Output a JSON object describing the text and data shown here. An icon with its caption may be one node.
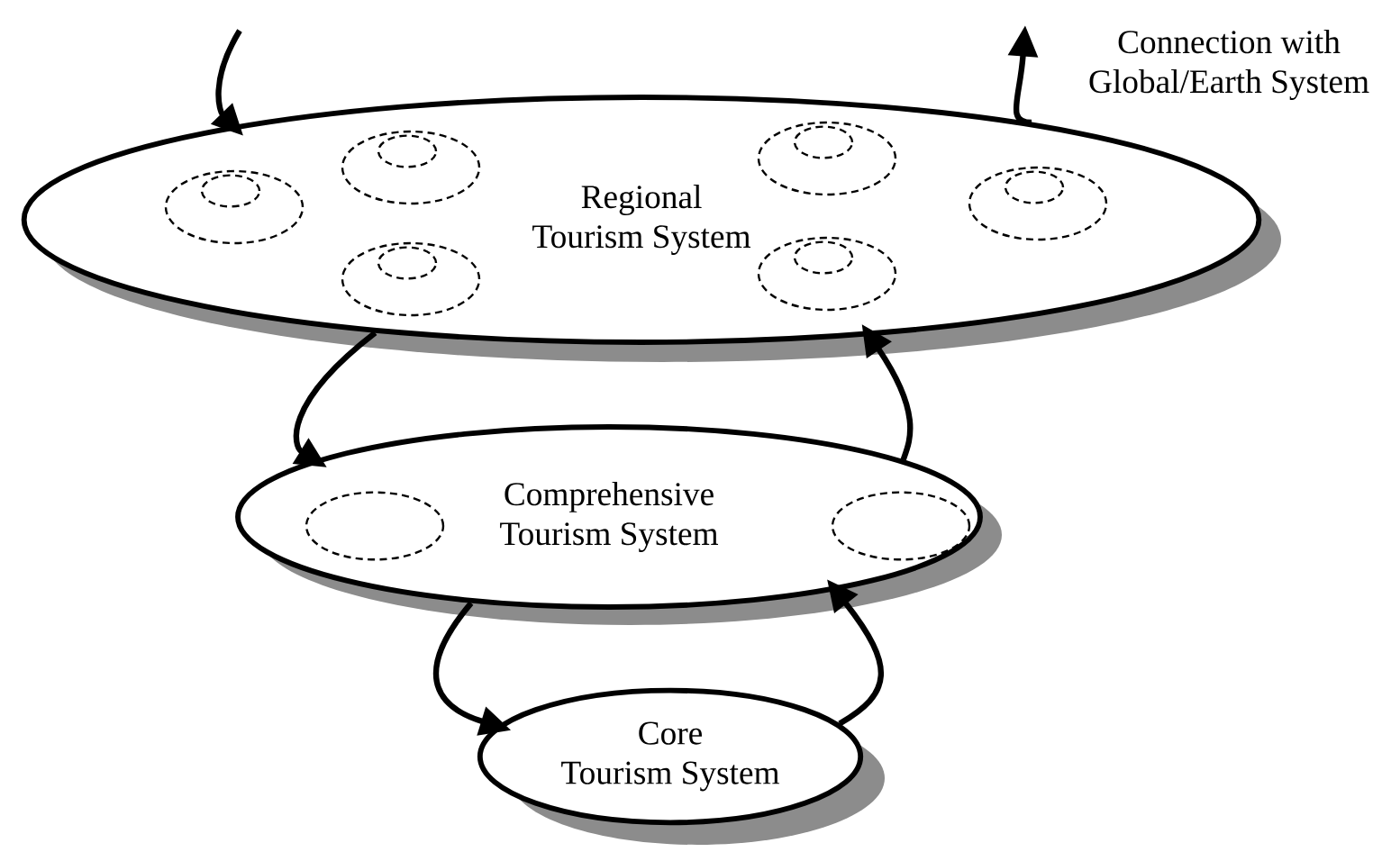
{
  "diagram": {
    "nodes": [
      {
        "text": [
          "Regional Tourism System"
        ]
      },
      {
        "text": [],
        "shape": "ellipse",
        "in": 0
      },
      {
        "text": [],
        "shape": "ellipse",
        "in": 1
      },
      {
        "text": [],
        "shape": "ellipse",
        "in": 0
      },
      {
        "text": [],
        "shape": "ellipse",
        "in": 3
      },
      {
        "text": [],
        "shape": "ellipse",
        "in": 0
      },
      {
        "text": [],
        "shape": "ellipse",
        "in": 5
      },
      {
        "text": [],
        "shape": "ellipse",
        "in": 0
      },
      {
        "text": [],
        "shape": "ellipse",
        "in": 7
      },
      {
        "text": [],
        "shape": "ellipse",
        "in": 0
      },
      {
        "text": [],
        "shape": "ellipse",
        "in": 9
      },
      {
        "text": [],
        "shape": "ellipse",
        "in": 0
      },
      {
        "text": [],
        "shape": "ellipse",
        "in": 11
      },
      {
        "text": [
          "Comprehensive Tourism System"
        ]
      },
      {
        "text": [],
        "shape": "ellipse",
        "in": 13
      },
      {
        "text": [],
        "shape": "ellipse",
        "in": 13
      },
      {
        "text": [
          "Core Tourism System"
        ]
      }
    ],
    "edges": [
      {
        "from": null,
        "to": 0,
        "arrow": "to"
      },
      {
        "from": 0,
        "to": null,
        "arrow": "to"
      },
      {
        "from": 0,
        "to": 13,
        "arrow": "to"
      },
      {
        "from": 13,
        "to": 0,
        "arrow": "to"
      },
      {
        "from": 13,
        "to": 16,
        "arrow": "to"
      },
      {
        "from": 16,
        "to": 13,
        "arrow": "to"
      }
    ],
    "labels": [
      "Connection with Global/Earth System"
    ]
  }
}
